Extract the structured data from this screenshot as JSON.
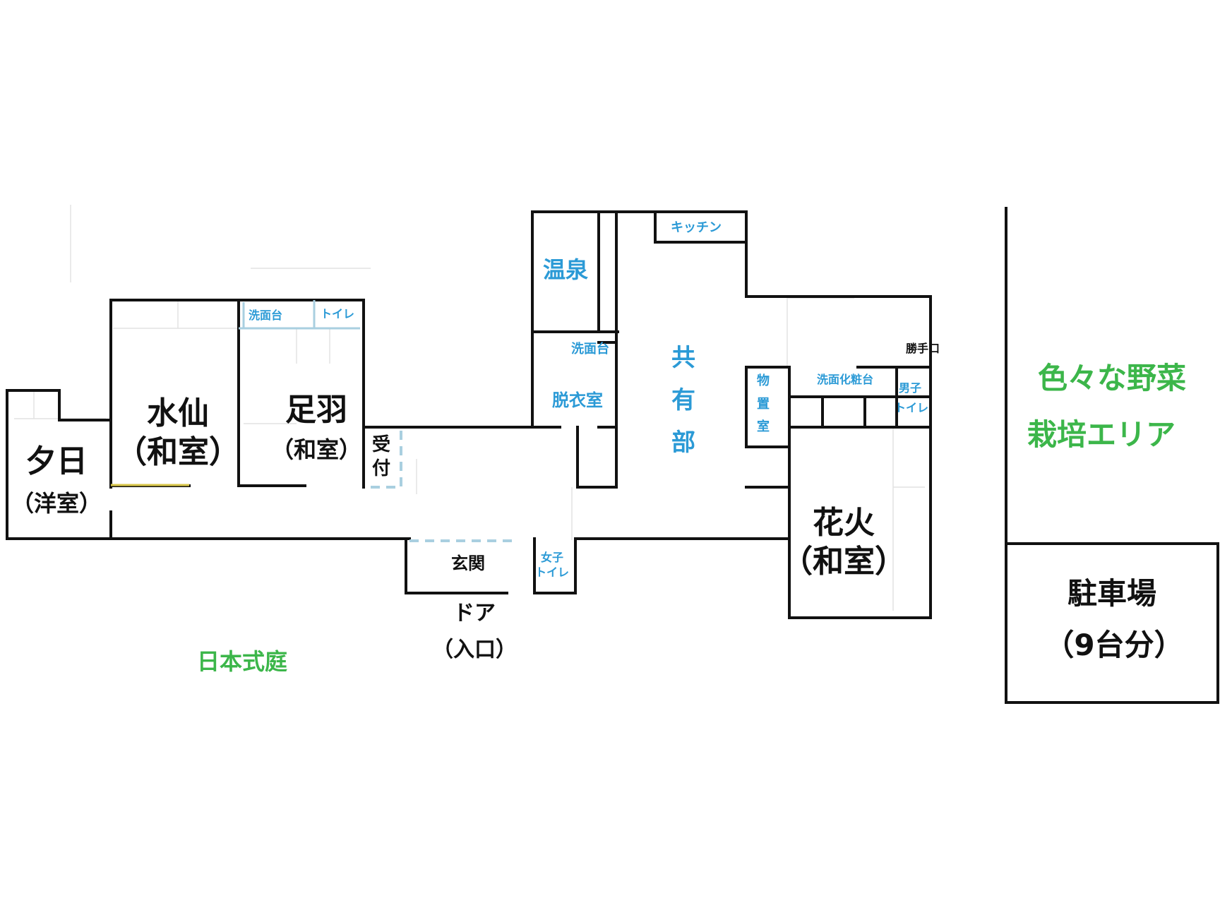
{
  "colors": {
    "wall": "#111111",
    "shared_label": "#2b9ad6",
    "garden_label": "#3cb64a",
    "light_grid": "#e2e2e2",
    "sliding_door": "#a9cfe0"
  },
  "rooms": {
    "yuuhi": {
      "name": "夕日",
      "type": "（洋室）"
    },
    "suisen": {
      "name": "水仙",
      "type": "（和室）"
    },
    "ashiba": {
      "name": "足羽",
      "type": "（和室）"
    },
    "hanabi": {
      "name": "花火",
      "type": "（和室）"
    }
  },
  "labels": {
    "senmendai_left": "洗面台",
    "toilet_left": "トイレ",
    "uketsuke_1": "受",
    "uketsuke_2": "付",
    "onsen": "温泉",
    "senmendai_mid": "洗面台",
    "datsuishitsu": "脱衣室",
    "kitchen": "キッチン",
    "kyouyuubu_1": "共",
    "kyouyuubu_2": "有",
    "kyouyuubu_3": "部",
    "monooki_1": "物",
    "monooki_2": "置",
    "monooki_3": "室",
    "senmen_keshoudai": "洗面化粧台",
    "dansei_toilet_1": "男子",
    "dansei_toilet_2": "トイレ",
    "katteguchi": "勝手口",
    "genkan": "玄関",
    "josei_toilet_1": "女子",
    "josei_toilet_2": "トイレ",
    "door": "ドア",
    "entrance": "（入口）",
    "garden": "日本式庭",
    "vegetable_1": "色々な野菜",
    "vegetable_2": "栽培エリア",
    "parking_1": "駐車場",
    "parking_2": "（9台分）"
  }
}
